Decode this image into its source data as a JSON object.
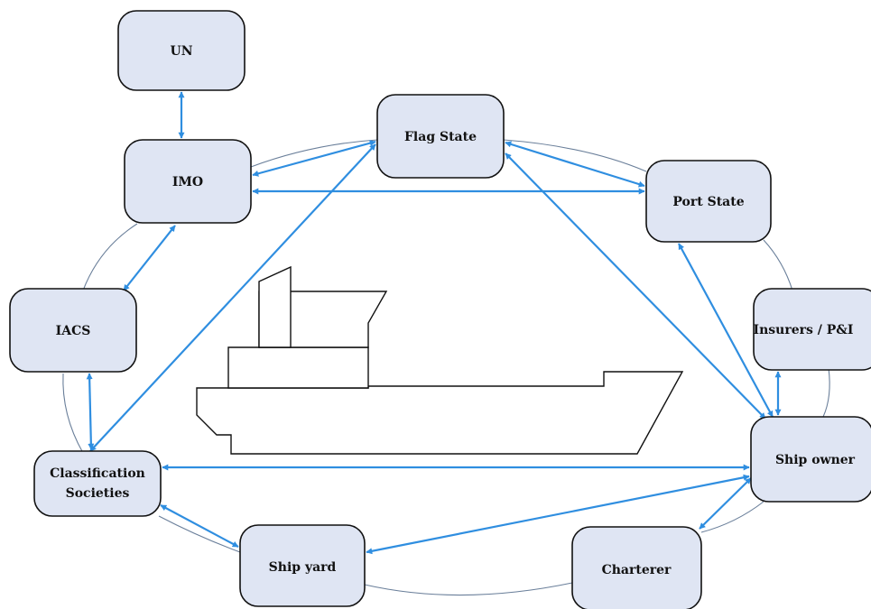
{
  "nodes": {
    "un": "UN",
    "imo": "IMO",
    "flag_state": "Flag State",
    "port_state": "Port State",
    "iacs": "IACS",
    "insurers": "Insurers / P&I",
    "class_soc": [
      "Classification",
      "Societies"
    ],
    "ship_owner": "Ship owner",
    "ship_yard": "Ship yard",
    "charterer": "Charterer"
  },
  "colors": {
    "node_fill": "#dfe5f3",
    "arrow": "#2f8ee0",
    "ring": "#6a7f9a"
  }
}
